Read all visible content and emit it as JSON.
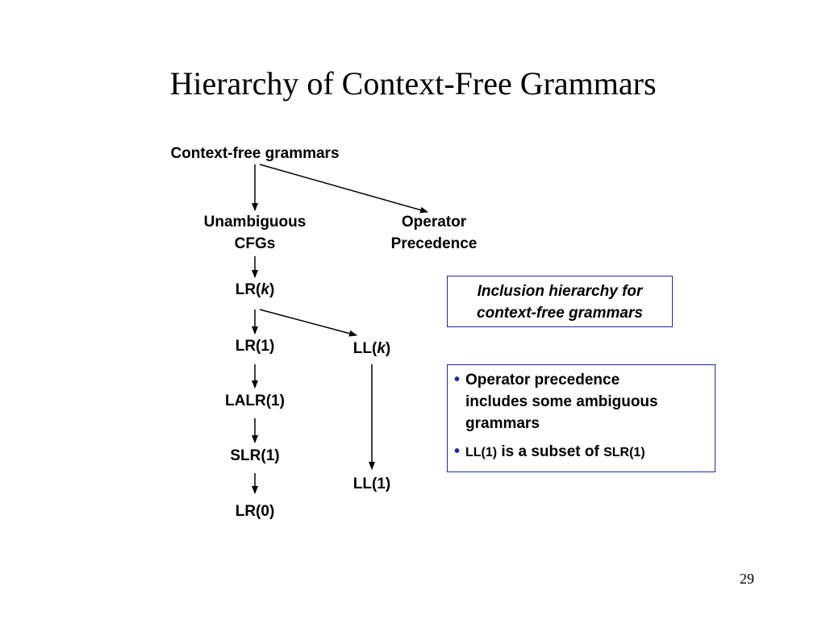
{
  "slide": {
    "title": "Hierarchy of Context-Free Grammars",
    "page_number": "29"
  },
  "nodes": {
    "cfg": "Context-free grammars",
    "unambiguous_line1": "Unambiguous",
    "unambiguous_line2": "CFGs",
    "operator_line1": "Operator",
    "operator_line2": "Precedence",
    "lrk_prefix": "LR(",
    "lrk_var": "k",
    "lrk_suffix": ")",
    "lr1": "LR(1)",
    "llk_prefix": "LL(",
    "llk_var": "k",
    "llk_suffix": ")",
    "lalr1": "LALR(1)",
    "slr1": "SLR(1)",
    "ll1": "LL(1)",
    "lr0": "LR(0)"
  },
  "caption_box": {
    "line1": "Inclusion hierarchy for",
    "line2": "context-free grammars"
  },
  "notes_box": {
    "bullet_glyph": "•",
    "item1_line1": "Operator precedence",
    "item1_line2": "includes some ambiguous",
    "item1_line3": "grammars",
    "item2_part1": "LL(1)",
    "item2_part2": " is a subset of ",
    "item2_part3": "SLR(1)"
  },
  "colors": {
    "box_border": "#1a2aa6",
    "bullet": "#1a2aa6",
    "text": "#000000"
  }
}
